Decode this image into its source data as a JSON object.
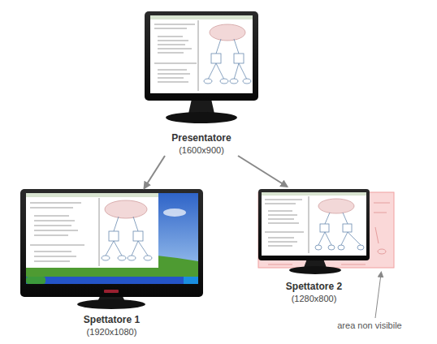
{
  "diagram": {
    "nodes": [
      {
        "text": [
          "Presentatore",
          "(1600x900)"
        ]
      },
      {
        "text": [
          "Spettatore 1",
          "(1920x1080)"
        ]
      },
      {
        "text": [
          "Spettatore 2",
          "(1280x800)"
        ]
      }
    ],
    "edges": [
      {
        "from": 0,
        "to": 1,
        "arrow": "to"
      },
      {
        "from": 0,
        "to": 2,
        "arrow": "to"
      }
    ],
    "labels": [
      "area non visibile"
    ]
  }
}
